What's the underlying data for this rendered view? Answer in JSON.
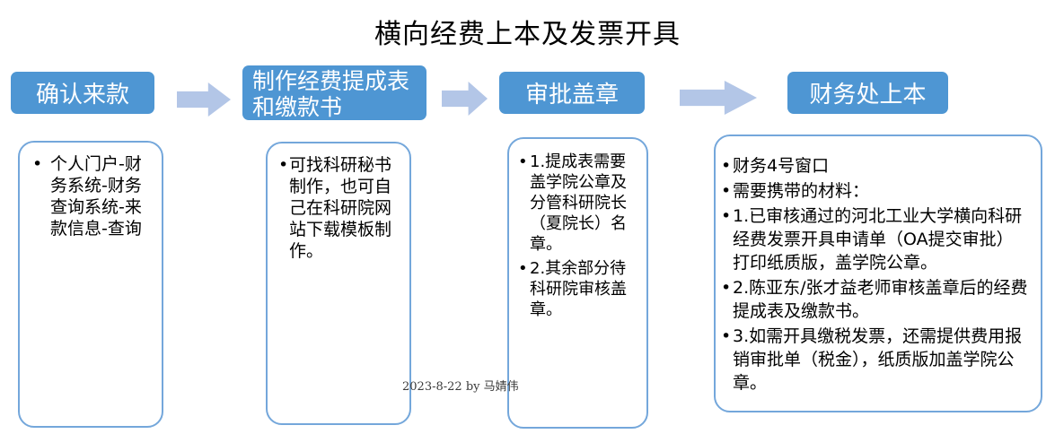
{
  "title": "横向经费上本及发票开具",
  "footer": "2023-8-22  by 马婧伟",
  "colors": {
    "header_fill": "#4E96D3",
    "arrow_fill": "#B3C6E7",
    "detail_box_border": "#74A7DB",
    "header_text": "#FFFFFF",
    "body_text": "#000000"
  },
  "steps": [
    {
      "header": "确认来款",
      "bullets": [
        "个人门户-财务系统-财务查询系统-来款信息-查询"
      ]
    },
    {
      "header": "制作经费提成表和缴款书",
      "bullets": [
        "可找科研秘书制作，也可自己在科研院网站下载模板制作。"
      ]
    },
    {
      "header": "审批盖章",
      "bullets": [
        "1.提成表需要盖学院公章及分管科研院长（夏院长）名章。",
        "2.其余部分待科研院审核盖章。"
      ]
    },
    {
      "header": "财务处上本",
      "bullets": [
        "财务4号窗口",
        "需要携带的材料：",
        "1.已审核通过的河北工业大学横向科研经费发票开具申请单（OA提交审批）打印纸质版，盖学院公章。",
        "2.陈亚东/张才益老师审核盖章后的经费提成表及缴款书。",
        "3.如需开具缴税发票，还需提供费用报销审批单（税金），纸质版加盖学院公章。"
      ]
    }
  ]
}
